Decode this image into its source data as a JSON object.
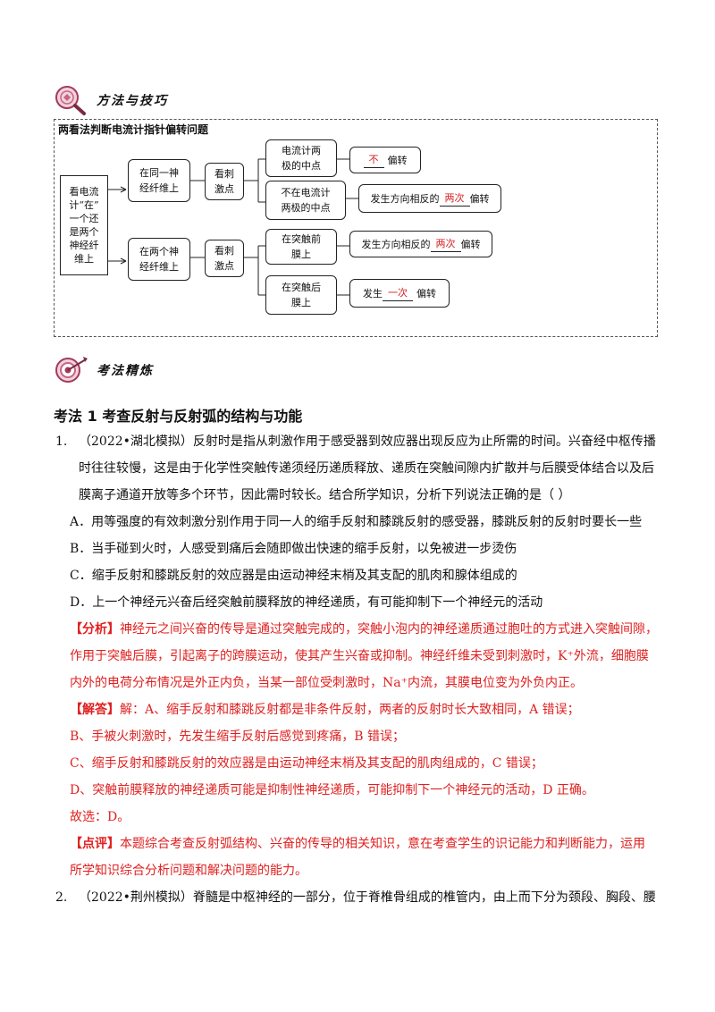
{
  "section1": {
    "title": "方法与技巧",
    "icon": "magnifier-icon"
  },
  "diagram": {
    "title": "两看法判断电流计指针偏转问题",
    "root": [
      "看电流",
      "计“在”",
      "一个还",
      "是两个",
      "神经纤",
      "维上"
    ],
    "same_fiber": [
      "在同一神",
      "经纤维上"
    ],
    "stim1": [
      "看刺",
      "激点"
    ],
    "midpoint": [
      "电流计两",
      "极的中点"
    ],
    "midpoint_result": {
      "prefix": "",
      "fill": "不",
      "suffix": "偏转"
    },
    "not_midpoint": [
      "不在电流计",
      "两极的中点"
    ],
    "not_midpoint_result": {
      "prefix": "发生方向相反的",
      "fill": "两次",
      "suffix": "偏转"
    },
    "two_fibers": [
      "在两个神",
      "经纤维上"
    ],
    "stim2": [
      "看刺",
      "激点"
    ],
    "pre": [
      "在突触前",
      "膜上"
    ],
    "pre_result": {
      "prefix": "发生方向相反的",
      "fill": "两次",
      "suffix": "偏转"
    },
    "post": [
      "在突触后",
      "膜上"
    ],
    "post_result": {
      "prefix": "发生",
      "fill": "一次",
      "suffix": "偏转"
    }
  },
  "section2": {
    "title": "考法精炼",
    "icon": "target-icon"
  },
  "method1_heading": "考法 1  考查反射与反射弧的结构与功能",
  "q1": {
    "number": "1.",
    "lines": [
      "（2022•湖北模拟）反射时是指从刺激作用于感受器到效应器出现反应为止所需的时间。兴奋经中枢传播",
      "时往往较慢，这是由于化学性突触传递须经历递质释放、递质在突触间隙内扩散并与后膜受体结合以及后",
      "膜离子通道开放等多个环节，因此需时较长。结合所学知识，分析下列说法正确的是（        ）"
    ],
    "options": [
      "A．用等强度的有效刺激分别作用于同一人的缩手反射和膝跳反射的感受器，膝跳反射的反射时要长一些",
      "B．当手碰到火时，人感受到痛后会随即做出快速的缩手反射，以免被进一步烫伤",
      "C．缩手反射和膝跳反射的效应器是由运动神经末梢及其支配的肌肉和腺体组成的",
      "D．上一个神经元兴奋后经突触前膜释放的神经递质，有可能抑制下一个神经元的活动"
    ],
    "analysis_label": "【分析】",
    "analysis_lines": [
      "神经元之间兴奋的传导是通过突触完成的，突触小泡内的神经递质通过胞吐的方式进入突触间隙，",
      "作用于突触后膜，引起离子的跨膜运动，使其产生兴奋或抑制。神经纤维未受到刺激时，K⁺外流，细胞膜",
      "内外的电荷分布情况是外正内负，当某一部位受刺激时，Na⁺内流，其膜电位变为外负内正。"
    ],
    "answer_label": "【解答】",
    "answer_lines": [
      "解：A、缩手反射和膝跳反射都是非条件反射，两者的反射时长大致相同，A 错误；",
      "B、手被火刺激时，先发生缩手反射后感觉到疼痛，B 错误；",
      "C、缩手反射和膝跳反射的效应器是由运动神经末梢及其支配的肌肉组成的，C 错误；",
      "D、突触前膜释放的神经递质可能是抑制性神经递质，可能抑制下一个神经元的活动，D 正确。",
      "故选：D。"
    ],
    "comment_label": "【点评】",
    "comment_lines": [
      "本题综合考查反射弧结构、兴奋的传导的相关知识，意在考查学生的识记能力和判断能力，运用",
      "所学知识综合分析问题和解决问题的能力。"
    ]
  },
  "q2": {
    "number": "2.",
    "line": "（2022•荆州模拟）脊髓是中枢神经的一部分，位于脊椎骨组成的椎管内，由上而下分为颈段、胸段、腰"
  }
}
